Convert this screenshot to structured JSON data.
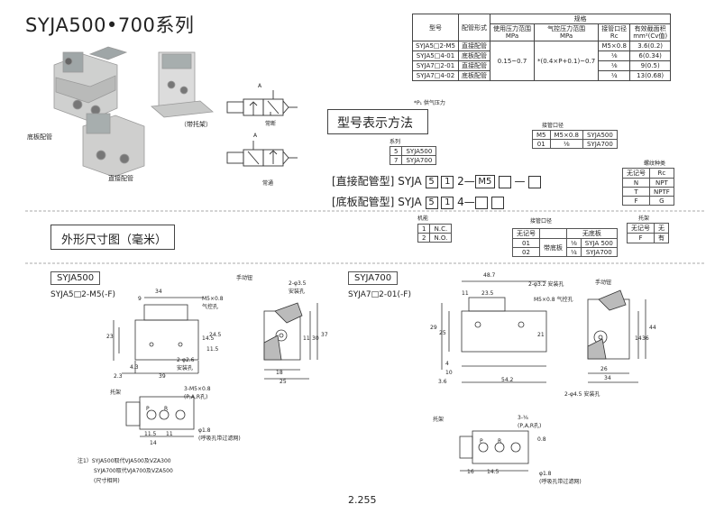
{
  "title": "SYJA500•700系列",
  "spec_table": {
    "header_group": "规格",
    "col_model": "型号",
    "col_port_type": "配管形式",
    "col_pressure": "使用压力范围",
    "col_pressure_unit": "MPa",
    "col_pilot": "气控压力范围",
    "col_pilot_unit": "MPa",
    "col_port": "接管口径",
    "col_port_unit": "Rc",
    "col_area": "有效截面积",
    "col_area_unit": "mm²(Cv值)",
    "pressure_value": "0.15~0.7",
    "pilot_value": "*(0.4×P+0.1)~0.7",
    "rows": [
      {
        "model": "SYJA5□2-M5",
        "type": "直接配管",
        "port": "M5×0.8",
        "area": "3.6(0.2)"
      },
      {
        "model": "SYJA5□4-01",
        "type": "底板配管",
        "port": "¹⁄₈",
        "area": "6(0.34)"
      },
      {
        "model": "SYJA7□2-01",
        "type": "直接配管",
        "port": "¹⁄₈",
        "area": "9(0.5)"
      },
      {
        "model": "SYJA7□4-02",
        "type": "底板配管",
        "port": "¹⁄₄",
        "area": "13(0.68)"
      }
    ],
    "note": "*P₁ 供气压力"
  },
  "photos": {
    "label_base": "底板配管",
    "label_bracket": "（带托架）",
    "label_direct": "直接配管"
  },
  "symbols": {
    "nc_label": "常断",
    "no_label": "常通",
    "port_a": "A",
    "port_p": "P",
    "port_r": "R"
  },
  "model_section": {
    "title": "型号表示方法",
    "series_label": "系列",
    "series": [
      {
        "code": "5",
        "name": "SYJA500"
      },
      {
        "code": "7",
        "name": "SYJA700"
      }
    ],
    "port_label_top": "接管口径",
    "port_top": [
      {
        "code": "M5",
        "size": "M5×0.8",
        "name": "SYJA500"
      },
      {
        "code": "01",
        "size": "¹⁄₈",
        "name": "SYJA700"
      }
    ],
    "thread_label": "螺纹种类",
    "thread": [
      {
        "code": "无记号",
        "val": "Rc"
      },
      {
        "code": "N",
        "val": "NPT"
      },
      {
        "code": "T",
        "val": "NPTF"
      },
      {
        "code": "F",
        "val": "G"
      }
    ],
    "direct_label": "[直接配管型]",
    "base_label": "[底板配管型]",
    "prefix": "SYJA",
    "direct_code": [
      "5",
      "1",
      "2—",
      "M5",
      "—"
    ],
    "base_code": [
      "5",
      "1",
      "4—"
    ],
    "function_label": "机能",
    "function": [
      {
        "code": "1",
        "val": "N.C."
      },
      {
        "code": "2",
        "val": "N.O."
      }
    ],
    "port_label_bottom": "接管口径",
    "port_bottom_head": [
      "无记号",
      "无底板"
    ],
    "port_bottom": [
      {
        "code": "01",
        "mid": "带底板",
        "size": "¹⁄₈",
        "name": "SYJA 500"
      },
      {
        "code": "02",
        "mid": "",
        "size": "¹⁄₄",
        "name": "SYJA700"
      }
    ],
    "bracket_label": "托架",
    "bracket": [
      {
        "code": "无记号",
        "val": "无"
      },
      {
        "code": "F",
        "val": "有"
      }
    ]
  },
  "outline_title": "外形尺寸图（毫米）",
  "syja500": {
    "tag": "SYJA500",
    "model": "SYJA5□2-M5(-F)",
    "manual": "手动钮",
    "thread_note": "M5×0.8",
    "pilot_port": "气控孔",
    "mount_hole": "2-φ2.6",
    "mount_text": "安装孔",
    "mount_hole2": "2-φ3.5",
    "mount_text2": "安装孔",
    "dims": [
      "34",
      "9",
      "23",
      "14.5",
      "24.5",
      "11.5",
      "11",
      "30",
      "37",
      "2.3",
      "4.3",
      "39",
      "18",
      "25"
    ],
    "bracket": "托架",
    "base_thread": "3-M5×0.8",
    "base_ports": "(P,A,R孔)",
    "dia": "φ1.8",
    "dia_note": "(呼吸孔带过滤网)",
    "base_dims": [
      "11.5",
      "11",
      "14"
    ],
    "note1": "注1）SYJA500取代VJA500及VZA300",
    "note2": "SYJA700取代VJA700及VZA500",
    "note3": "(尺寸相同)"
  },
  "syja700": {
    "tag": "SYJA700",
    "model": "SYJA7□2-01(-F)",
    "manual": "手动钮",
    "thread_note": "M5×0.8",
    "pilot_port": "气控孔",
    "mount_hole": "2-φ3.2",
    "mount_text": "安装孔",
    "mount_hole2": "2-φ4.5",
    "mount_text2": "安装孔",
    "dims": [
      "48.7",
      "11",
      "23.5",
      "29",
      "25",
      "21",
      "4",
      "10",
      "3.6",
      "54.2",
      "14",
      "36",
      "44",
      "26",
      "34"
    ],
    "bracket": "托架",
    "base_thread": "3-¹⁄₈",
    "base_ports": "(P,A,R孔)",
    "dia": "φ1.8",
    "dia_note": "(呼吸孔带过滤网)",
    "base_dims": [
      "16",
      "14.5",
      "0.8"
    ]
  },
  "page_number": "2.255"
}
